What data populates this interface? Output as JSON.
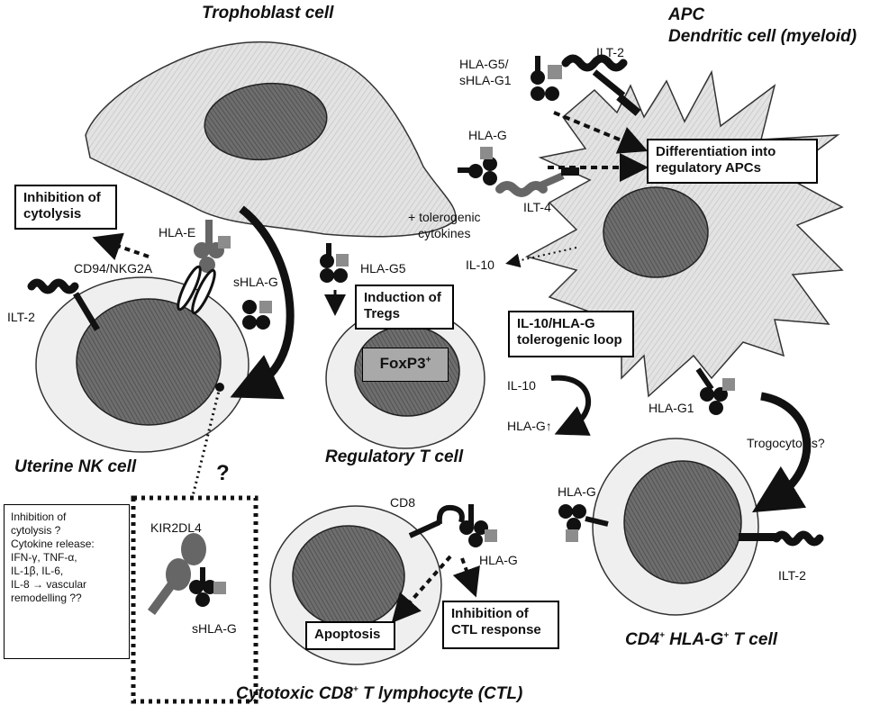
{
  "cells": {
    "trophoblast": "Trophoblast cell",
    "apc_line1": "APC",
    "apc_line2": "Dendritic cell (myeloid)",
    "uterine_nk": "Uterine NK cell",
    "treg": "Regulatory T cell",
    "cd4_pre": "CD4",
    "cd4_sup": "+",
    "cd4_mid": " HLA-G",
    "cd4_sup2": "+",
    "cd4_post": " T cell",
    "ctl_pre": "Cytotoxic CD8",
    "ctl_sup": "+",
    "ctl_post": " T lymphocyte (CTL)"
  },
  "molecules": {
    "hla_g5_shla_g1_line1": "HLA-G5/",
    "hla_g5_shla_g1_line2": "sHLA-G1",
    "ilt2_apc": "ILT-2",
    "hla_g_tropho": "HLA-G",
    "ilt4": "ILT-4",
    "tolerogenic_line1": "+ tolerogenic",
    "tolerogenic_line2": "cytokines",
    "il10_apc": "IL-10",
    "hla_e": "HLA-E",
    "cd94": "CD94/NKG2A",
    "ilt2_nk": "ILT-2",
    "shla_g_nk": "sHLA-G",
    "hla_g5_treg": "HLA-G5",
    "il10_loop": "IL-10",
    "hla_g_loop": "HLA-G↑",
    "hla_g1_cd4": "HLA-G1",
    "trogocytosis": "Trogocytosis?",
    "hla_g_cd4": "HLA-G",
    "ilt2_cd4": "ILT-2",
    "cd8": "CD8",
    "hla_g_ctl": "HLA-G",
    "kir2dl4": "KIR2DL4",
    "shla_g_box": "sHLA-G",
    "question": "?"
  },
  "boxes": {
    "differentiation_line1": "Differentiation into",
    "differentiation_line2": "regulatory APCs",
    "inhibition_cytolysis_line1": "Inhibition of",
    "inhibition_cytolysis_line2": "cytolysis",
    "induction_tregs_line1": "Induction of",
    "induction_tregs_line2": "Tregs",
    "foxp3_pre": "FoxP3",
    "foxp3_sup": "+",
    "il10_loop_line1": "IL-10/HLA-G",
    "il10_loop_line2": "tolerogenic loop",
    "apoptosis": "Apoptosis",
    "inhibition_ctl_line1": "Inhibition of",
    "inhibition_ctl_line2": "CTL response"
  },
  "nk_note": {
    "line1": "Inhibition of",
    "line2": "cytolysis ?",
    "line3": "Cytokine release:",
    "line4": "IFN-γ, TNF-α,",
    "line5": "IL-1β, IL-6,",
    "line6": "IL-8 → vascular",
    "line7": "remodelling ??"
  },
  "colors": {
    "cell_fill": "#dcdcdc",
    "nucleus_fill": "#7a7a7a",
    "ring_fill": "#efefef",
    "ink": "#111111",
    "grey_square": "#8c8c8c"
  }
}
